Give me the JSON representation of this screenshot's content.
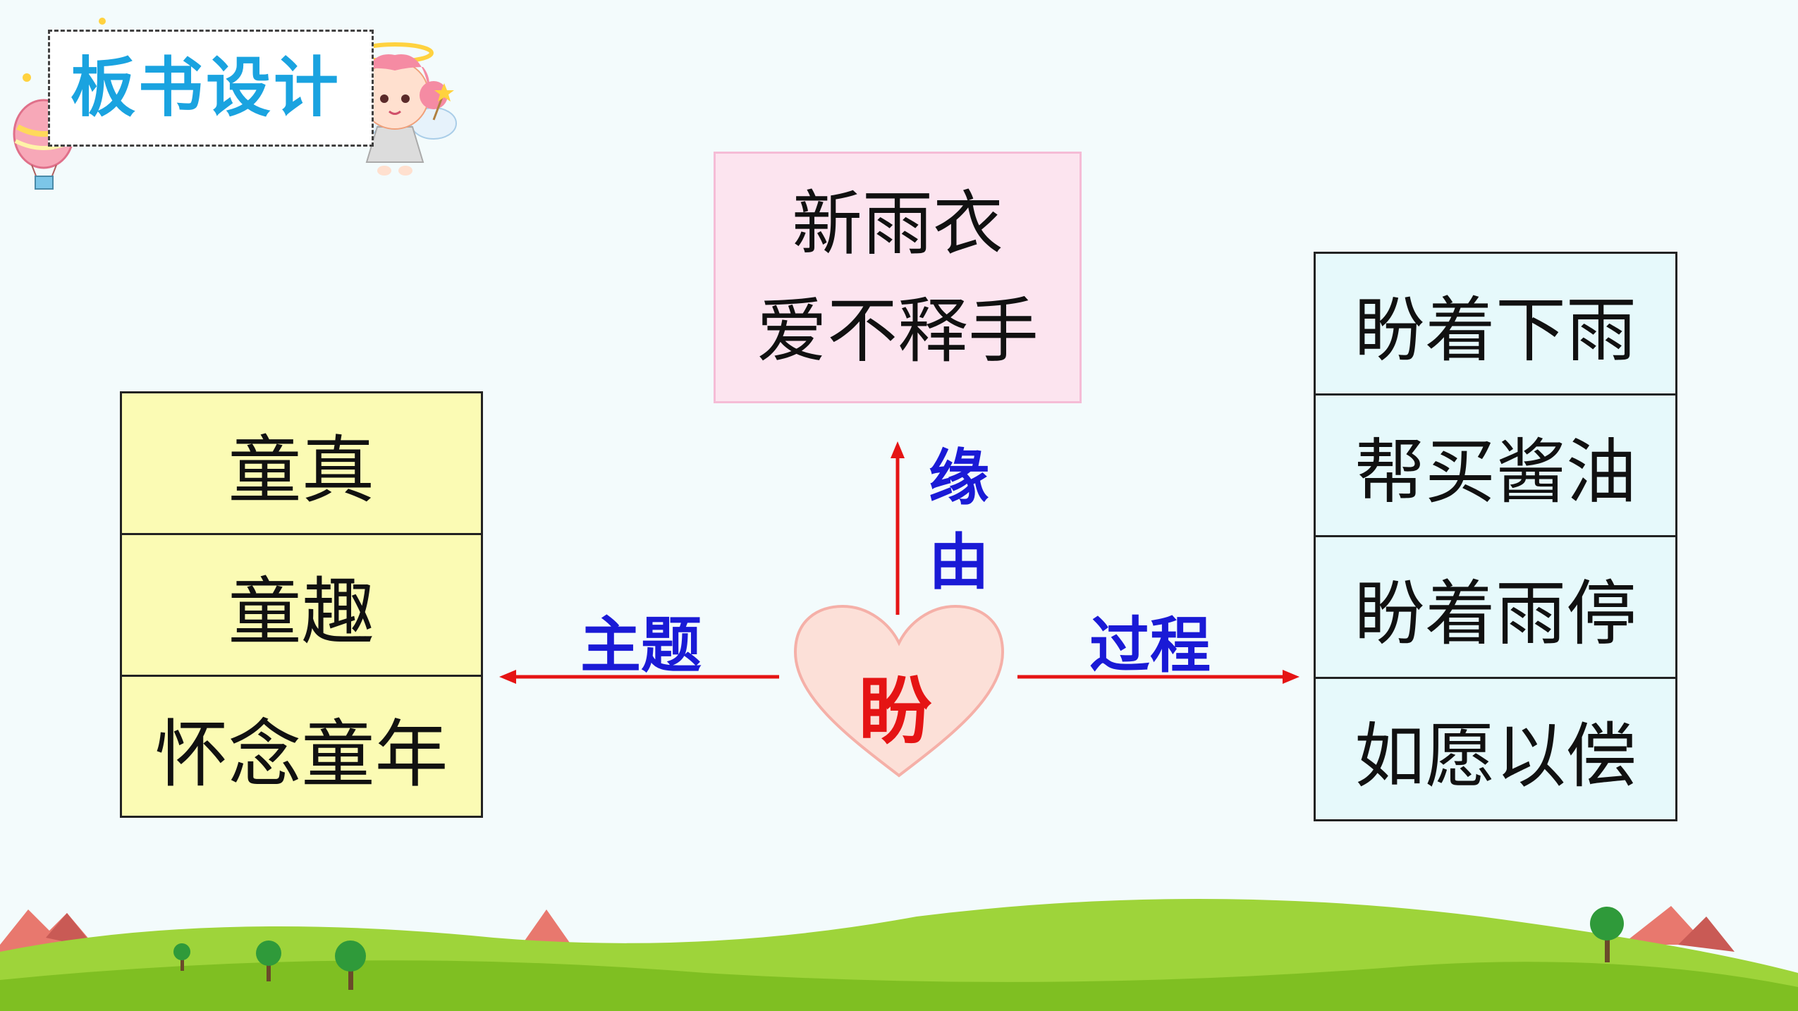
{
  "title": "板书设计",
  "center": {
    "word": "盼"
  },
  "labels": {
    "reason": [
      "缘",
      "由"
    ],
    "theme": "主题",
    "process": "过程"
  },
  "top_box": {
    "lines": [
      "新雨衣",
      "爱不释手"
    ]
  },
  "left_box": {
    "items": [
      "童真",
      "童趣",
      "怀念童年"
    ]
  },
  "right_box": {
    "items": [
      "盼着下雨",
      "帮买酱油",
      "盼着雨停",
      "如愿以偿"
    ]
  },
  "colors": {
    "background": "#f3fbfc",
    "title": "#1aa3e0",
    "arrow": "#e51414",
    "label": "#1a1ad6",
    "left_box_fill": "#fbfbb4",
    "top_box_fill": "#fce4ef",
    "right_box_fill": "#e6f9fb",
    "heart_fill": "#fce0d8",
    "grass": "#8ccf1e"
  },
  "decorations": {
    "title_icons": [
      "hot-air-balloon-icon",
      "fairy-girl-icon"
    ],
    "footer": "grass-hills-trees"
  }
}
